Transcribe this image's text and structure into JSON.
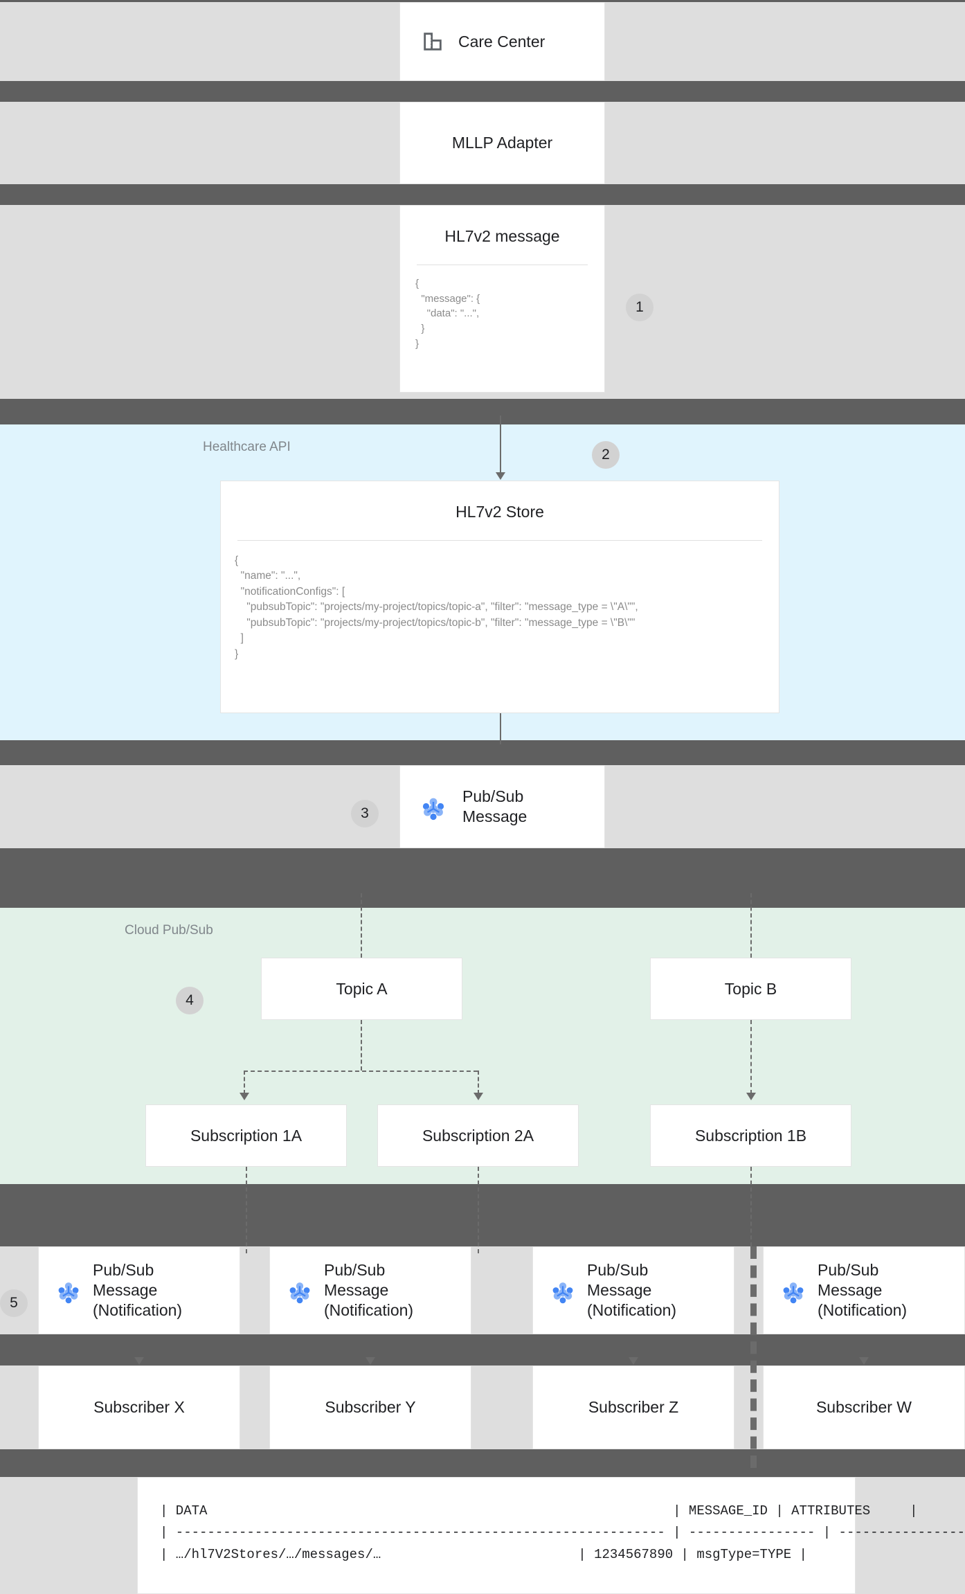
{
  "colors": {
    "page_background": "#dedede",
    "band": "#5f5f5f",
    "healthcare_zone": "#e0f4fd",
    "pubsub_zone": "#e2f1e8",
    "card": "#ffffff",
    "pubsub_icon_blue": "#4285f4",
    "pubsub_icon_light": "#8ab4f8",
    "step_badge": "#d2d2d2"
  },
  "nodes": {
    "care_center": {
      "label": "Care Center",
      "icon": "office-building-icon"
    },
    "mllp_adapter": {
      "label": "MLLP Adapter"
    },
    "hl7v2_message": {
      "title": "HL7v2 message",
      "code": "{\n  \"message\": {\n    \"data\": \"...\",\n  }\n}"
    },
    "hl7v2_store": {
      "title": "HL7v2 Store",
      "code": "{\n  \"name\": \"...\",\n  \"notificationConfigs\": [\n    \"pubsubTopic\": \"projects/my-project/topics/topic-a\", \"filter\": \"message_type = \\\"A\\\"\",\n    \"pubsubTopic\": \"projects/my-project/topics/topic-b\", \"filter\": \"message_type = \\\"B\\\"\"\n  ]\n}"
    },
    "pubsub_message": {
      "label": "Pub/Sub\nMessage",
      "icon": "pubsub-icon"
    },
    "topic_a": {
      "label": "Topic A"
    },
    "topic_b": {
      "label": "Topic B"
    },
    "subscription_1a": {
      "label": "Subscription 1A"
    },
    "subscription_2a": {
      "label": "Subscription 2A"
    },
    "subscription_1b": {
      "label": "Subscription 1B"
    },
    "notification_1": {
      "label": "Pub/Sub\nMessage\n(Notification)",
      "icon": "pubsub-icon"
    },
    "notification_2": {
      "label": "Pub/Sub\nMessage\n(Notification)",
      "icon": "pubsub-icon"
    },
    "notification_3": {
      "label": "Pub/Sub\nMessage\n(Notification)",
      "icon": "pubsub-icon"
    },
    "notification_4": {
      "label": "Pub/Sub\nMessage\n(Notification)",
      "icon": "pubsub-icon"
    },
    "subscriber_x": {
      "label": "Subscriber X"
    },
    "subscriber_y": {
      "label": "Subscriber Y"
    },
    "subscriber_z": {
      "label": "Subscriber Z"
    },
    "subscriber_w": {
      "label": "Subscriber W"
    }
  },
  "zones": {
    "healthcare_api": {
      "label": "Healthcare API"
    },
    "cloud_pubsub": {
      "label": "Cloud Pub/Sub"
    }
  },
  "steps": {
    "one": "1",
    "two": "2",
    "three": "3",
    "four": "4",
    "five": "5"
  },
  "output_table": {
    "line_1": "| DATA                                                           | MESSAGE_ID | ATTRIBUTES     |",
    "line_2": "| -------------------------------------------------------------- | ---------------- | ---------------------- |",
    "line_3": "| …/hl7V2Stores/…/messages/…                         | 1234567890 | msgType=TYPE |"
  }
}
